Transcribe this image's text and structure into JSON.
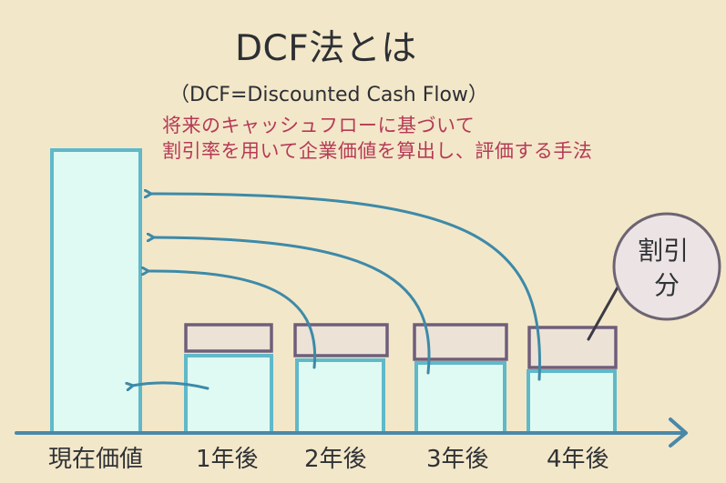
{
  "title": "DCF法とは",
  "subtitle": "（DCF=Discounted Cash Flow）",
  "description": [
    "将来のキャッシュフローに基づいて",
    "割引率を用いて企業価値を算出し、評価する手法"
  ],
  "bubble": {
    "line1": "割引",
    "line2": "分"
  },
  "x_labels": [
    "現在価値",
    "1年後",
    "2年後",
    "3年後",
    "4年後"
  ],
  "colors": {
    "background": "#f3e7c9",
    "box_fill": "#dffaf2",
    "box_stroke": "#5fb9c9",
    "discount_fill": "#ece2d6",
    "discount_stroke": "#6f5e7a",
    "arrow": "#3d8aa8",
    "axis": "#4a88a8",
    "accent_text": "#b53a56"
  }
}
